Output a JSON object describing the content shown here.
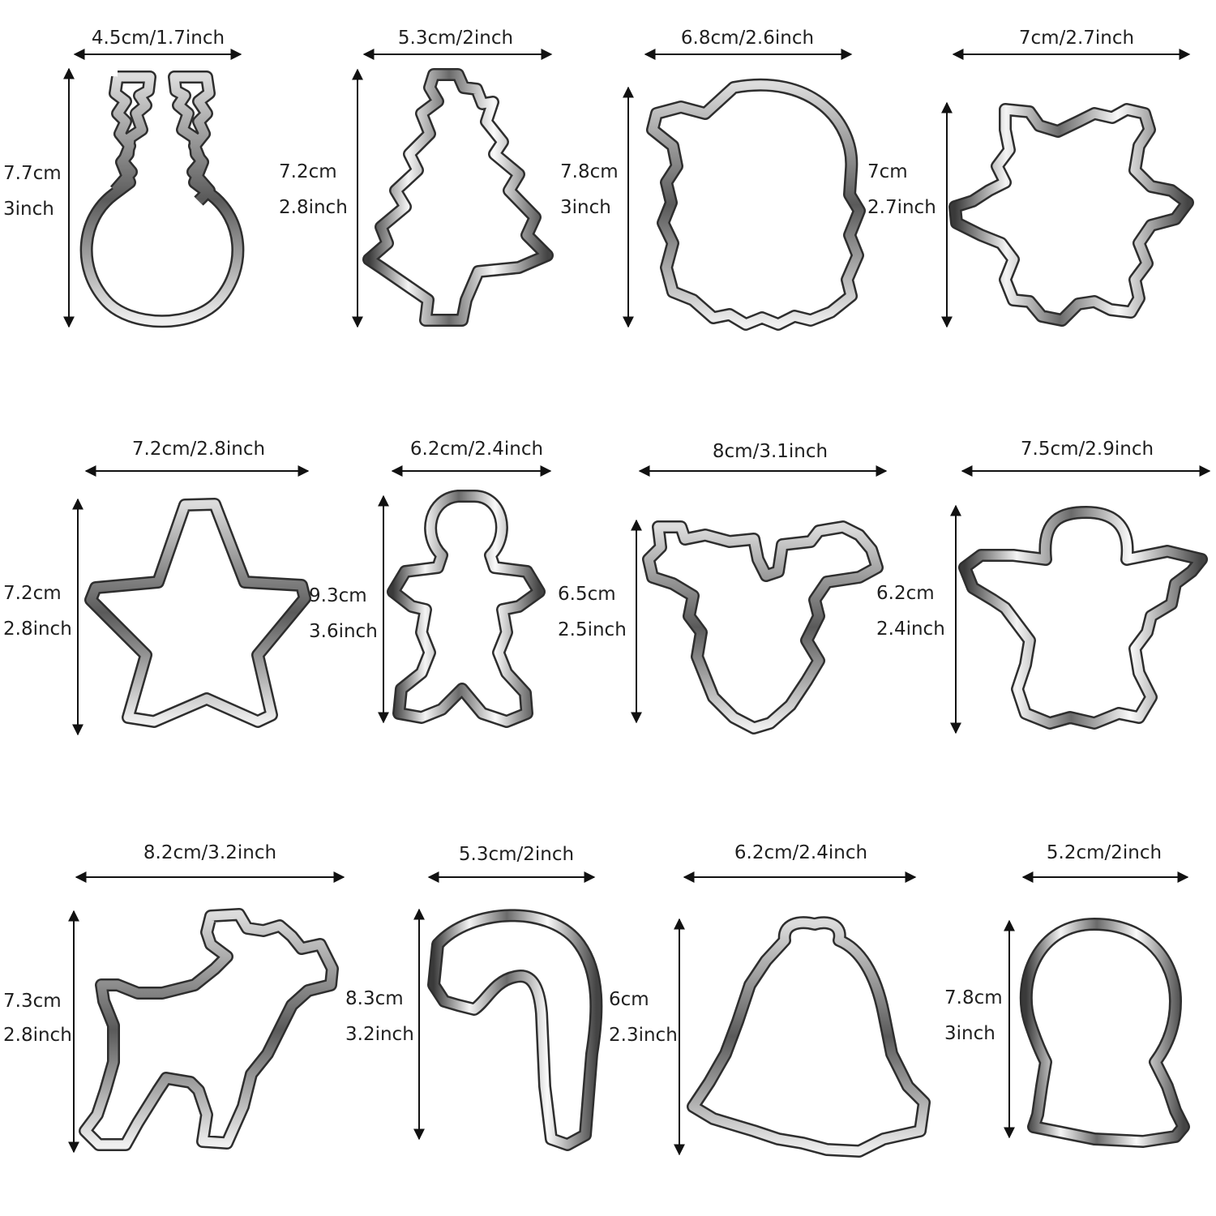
{
  "cutters": [
    {
      "shape": "snowman",
      "width_label": "4.5cm/1.7inch",
      "height_cm": "7.7cm",
      "height_in": "3inch"
    },
    {
      "shape": "christmas-tree",
      "width_label": "5.3cm/2inch",
      "height_cm": "7.2cm",
      "height_in": "2.8inch"
    },
    {
      "shape": "santa-head",
      "width_label": "6.8cm/2.6inch",
      "height_cm": "7.8cm",
      "height_in": "3inch"
    },
    {
      "shape": "snowflake",
      "width_label": "7cm/2.7inch",
      "height_cm": "7cm",
      "height_in": "2.7inch"
    },
    {
      "shape": "star",
      "width_label": "7.2cm/2.8inch",
      "height_cm": "7.2cm",
      "height_in": "2.8inch"
    },
    {
      "shape": "gingerbread-man",
      "width_label": "6.2cm/2.4inch",
      "height_cm": "9.3cm",
      "height_in": "3.6inch"
    },
    {
      "shape": "reindeer-head",
      "width_label": "8cm/3.1inch",
      "height_cm": "6.5cm",
      "height_in": "2.5inch"
    },
    {
      "shape": "angel",
      "width_label": "7.5cm/2.9inch",
      "height_cm": "6.2cm",
      "height_in": "2.4inch"
    },
    {
      "shape": "reindeer",
      "width_label": "8.2cm/3.2inch",
      "height_cm": "7.3cm",
      "height_in": "2.8inch"
    },
    {
      "shape": "candy-cane",
      "width_label": "5.3cm/2inch",
      "height_cm": "8.3cm",
      "height_in": "3.2inch"
    },
    {
      "shape": "bell",
      "width_label": "6.2cm/2.4inch",
      "height_cm": "6cm",
      "height_in": "2.3inch"
    },
    {
      "shape": "snow-globe",
      "width_label": "5.2cm/2inch",
      "height_cm": "7.8cm",
      "height_in": "3inch"
    }
  ]
}
